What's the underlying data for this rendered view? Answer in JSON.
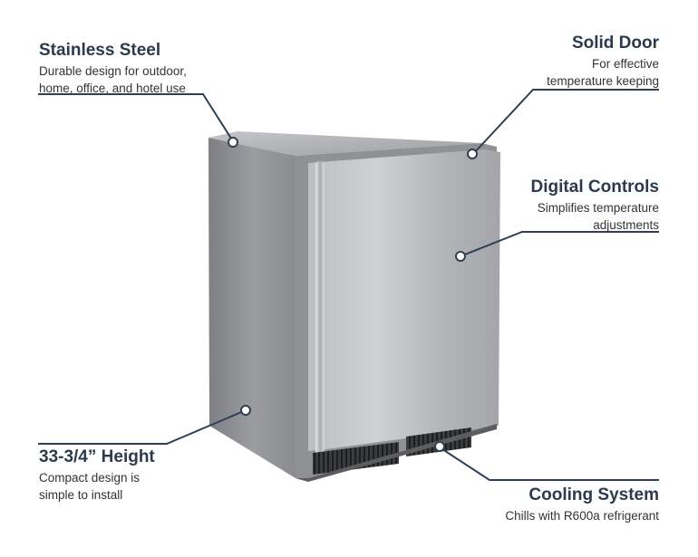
{
  "colors": {
    "title": "#2b3a4d",
    "line": "#2f4055",
    "steel_light": "#c9cbcd",
    "steel_mid": "#a6a8ab",
    "steel_dark": "#808285",
    "vent": "#2a2a2c"
  },
  "callouts": {
    "stainless": {
      "title": "Stainless Steel",
      "desc_line1": "Durable design for outdoor,",
      "desc_line2": "home, office, and hotel use"
    },
    "solid_door": {
      "title": "Solid Door",
      "desc_line1": "For effective",
      "desc_line2": "temperature keeping"
    },
    "digital": {
      "title": "Digital Controls",
      "desc_line1": "Simplifies temperature",
      "desc_line2": "adjustments"
    },
    "height": {
      "title": "33-3/4” Height",
      "desc_line1": "Compact design is",
      "desc_line2": "simple to install"
    },
    "cooling": {
      "title": "Cooling System",
      "desc_line1": "Chills with R600a refrigerant"
    }
  }
}
